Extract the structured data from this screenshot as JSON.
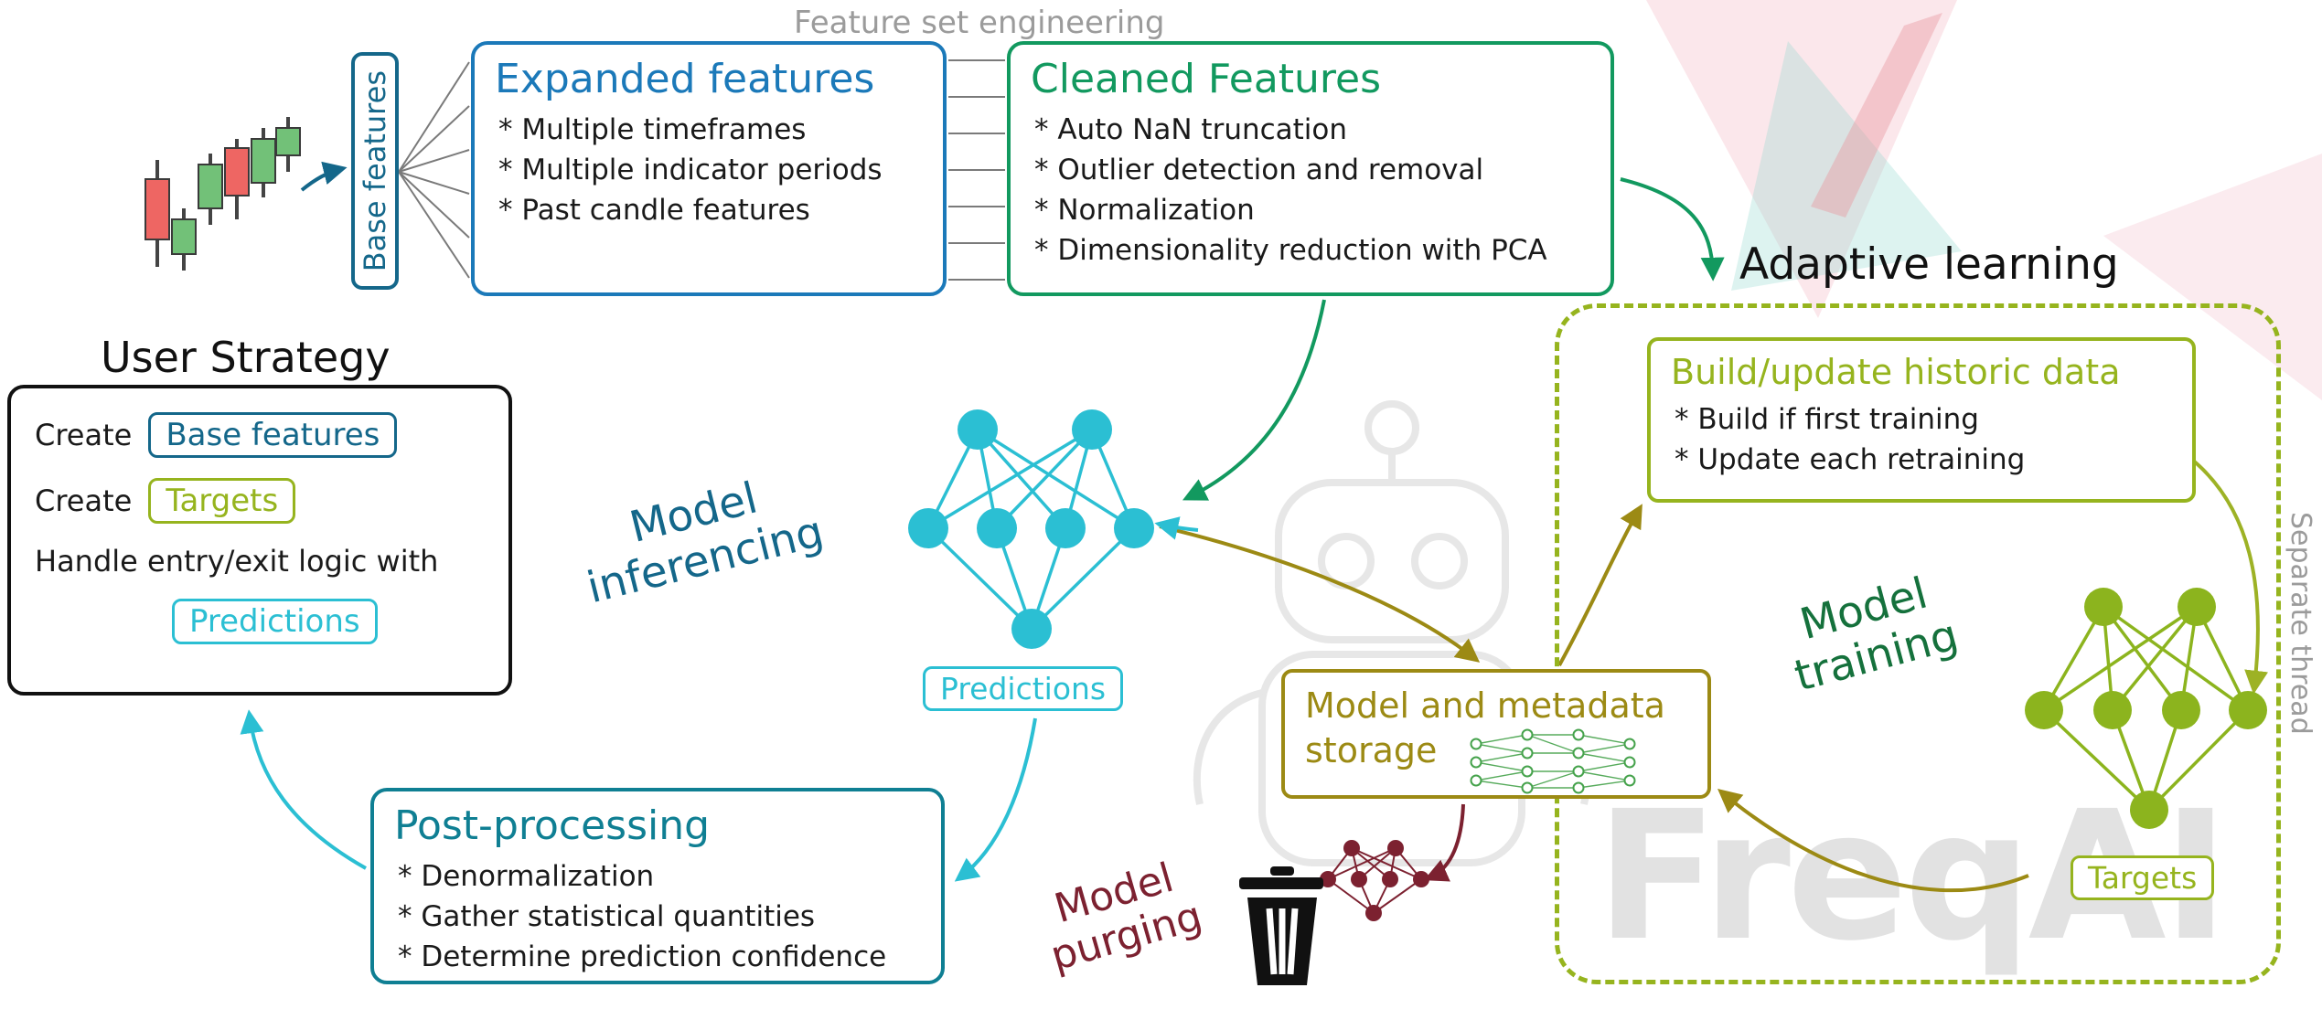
{
  "colors": {
    "blue": "#1b79b9",
    "teal": "#0f7f93",
    "dark_teal": "#14678a",
    "green": "#12995f",
    "dark_green": "#15713c",
    "olive": "#96b41e",
    "dark_yellow": "#9c8a14",
    "cyan": "#2bbfd3",
    "dark_red": "#7c2130",
    "gray": "#9b9b9b"
  },
  "header": {
    "feature_set_engineering": "Feature set engineering"
  },
  "base_features_box": {
    "label": "Base features"
  },
  "expanded_features_box": {
    "title": "Expanded features",
    "items": [
      "* Multiple timeframes",
      "* Multiple indicator periods",
      "* Past candle features"
    ]
  },
  "cleaned_features_box": {
    "title": "Cleaned Features",
    "items": [
      "* Auto NaN truncation",
      "* Outlier detection and removal",
      "* Normalization",
      "* Dimensionality reduction with PCA"
    ]
  },
  "adaptive": {
    "title": "Adaptive learning",
    "build_update_box": {
      "title": "Build/update historic data",
      "items": [
        "* Build if first training",
        "* Update each retraining"
      ]
    },
    "model_training": {
      "line1": "Model",
      "line2": "training"
    },
    "targets_chip": "Targets",
    "separate_thread": "Separate thread"
  },
  "user_strategy": {
    "title": "User Strategy",
    "create_label": "Create",
    "base_features_chip": "Base features",
    "targets_chip": "Targets",
    "handle_label": "Handle entry/exit logic with",
    "predictions_chip": "Predictions"
  },
  "inference_label": {
    "line1": "Model",
    "line2": "inferencing"
  },
  "predictions_chip": {
    "label": "Predictions"
  },
  "storage_box": {
    "line1": "Model and metadata",
    "line2": "storage"
  },
  "post_processing_box": {
    "title": "Post-processing",
    "items": [
      "* Denormalization",
      "* Gather statistical quantities",
      "* Determine prediction confidence"
    ]
  },
  "purging_label": {
    "line1": "Model",
    "line2": "purging"
  },
  "watermark": {
    "text": "FreqAI"
  },
  "icons": {
    "candlestick": "candlestick-chart-icon",
    "predictions_network": "predictions-network-icon",
    "training_network": "training-network-icon",
    "purged_network": "purged-network-icon",
    "storage_mini_network": "storage-mini-network-icon",
    "trash": "trash-icon",
    "robot": "robot-watermark-icon"
  }
}
